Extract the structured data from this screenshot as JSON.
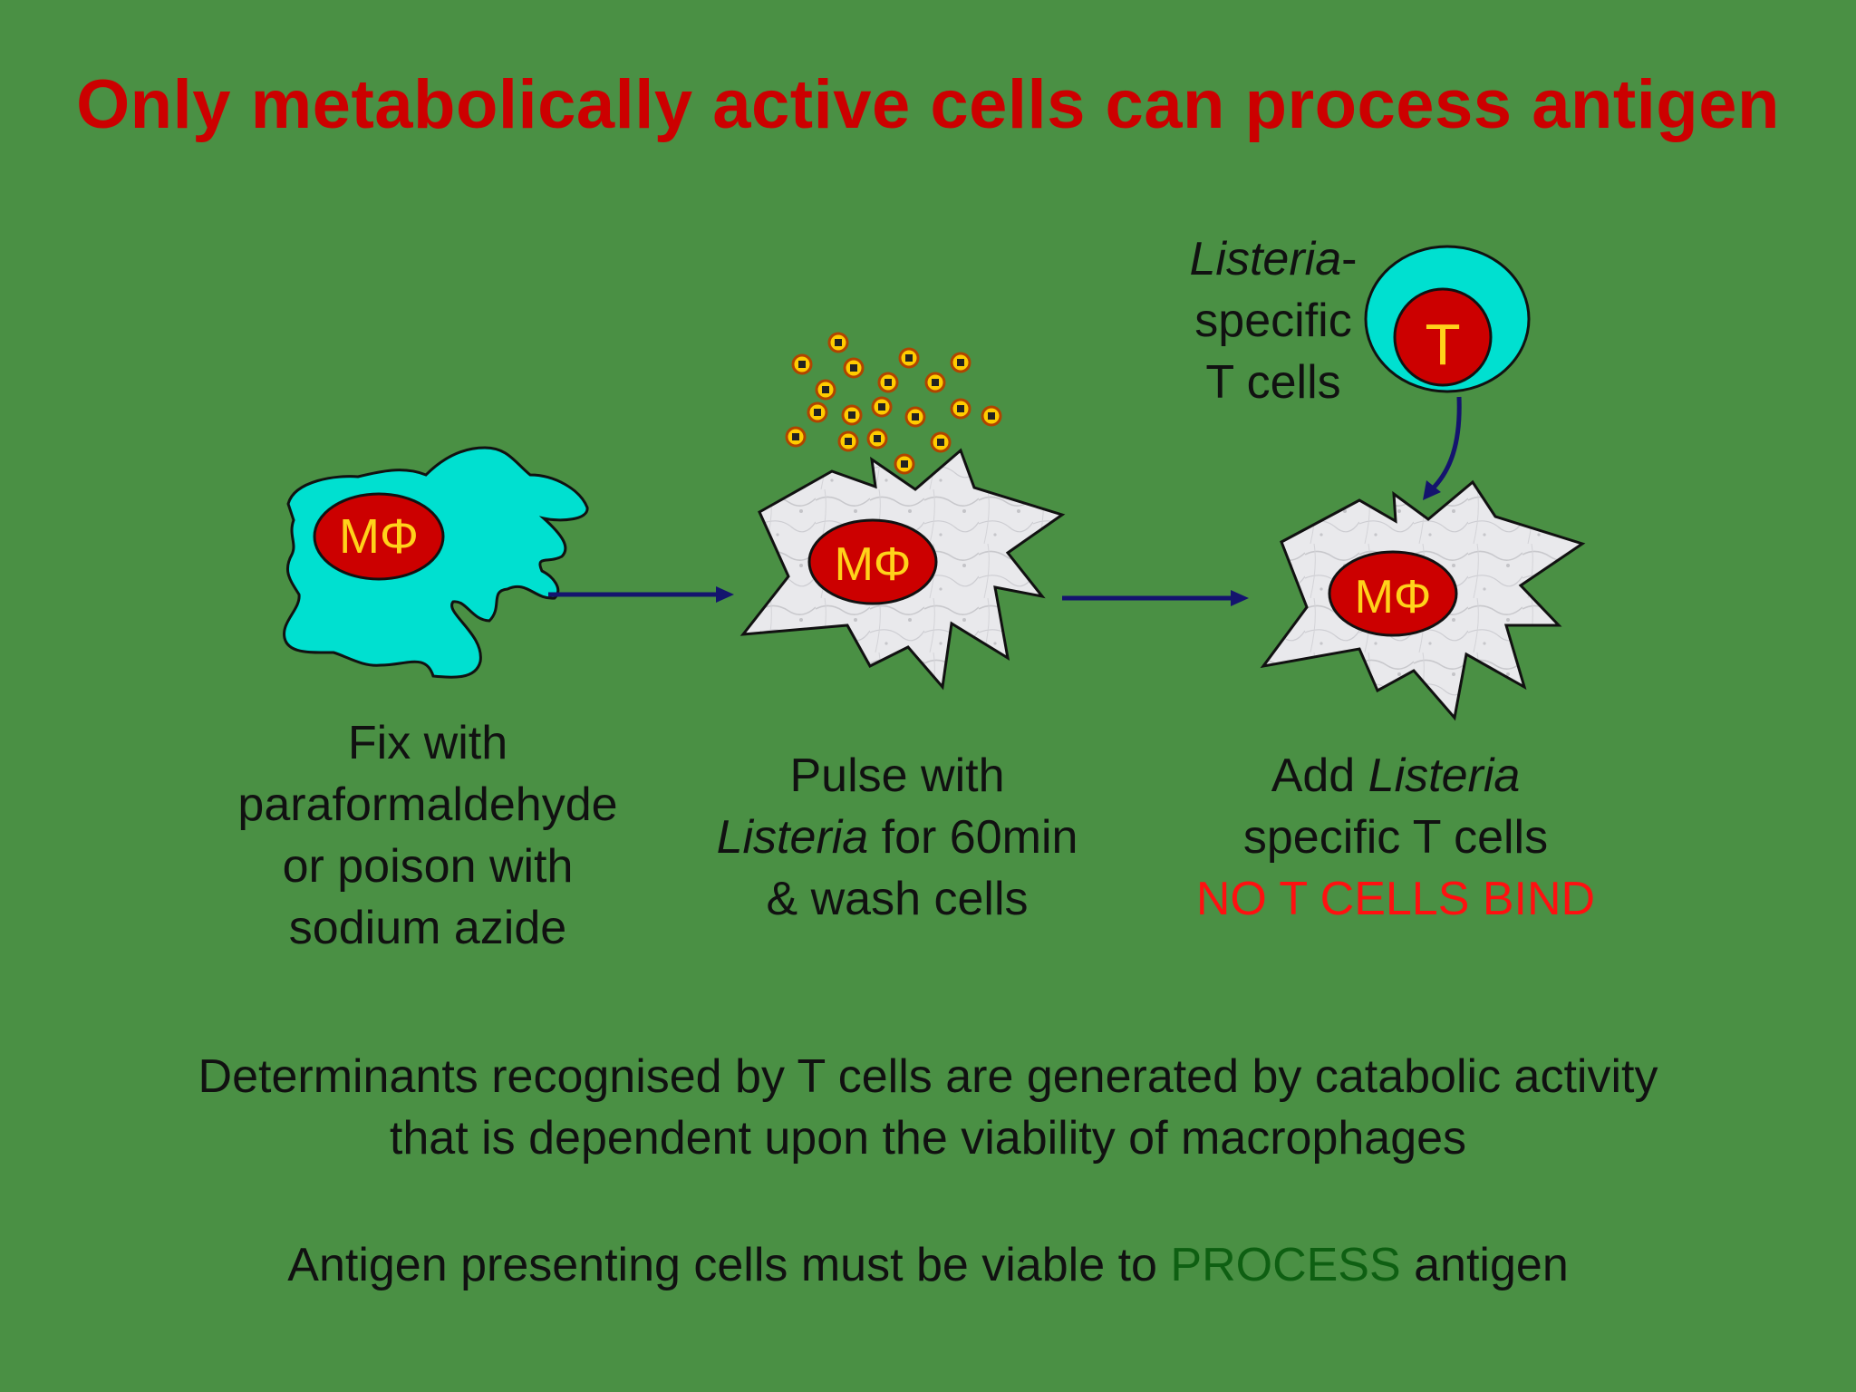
{
  "title": "Only metabolically active cells can process antigen",
  "colors": {
    "background": "#4a9044",
    "title": "#cc0000",
    "fixed_cell": "#00e0d0",
    "nucleus": "#cc0000",
    "nucleus_text": "#ffd21a",
    "live_cell": "#e8e8ea",
    "arrow": "#14146e",
    "warning": "#ff1010",
    "process_word": "#0e5f12"
  },
  "cells": {
    "macrophage_label": "MΦ",
    "t_cell_label": "T"
  },
  "t_cell_caption": {
    "line1_italic": "Listeria",
    "line1_suffix": "-",
    "line2": "specific",
    "line3": "T cells"
  },
  "steps": [
    {
      "line1": "Fix with",
      "line2": "paraformaldehyde",
      "line3": "or poison with",
      "line4": "sodium azide"
    },
    {
      "line1": "Pulse with",
      "line2_italic": "Listeria",
      "line2_rest": " for 60min",
      "line3": "& wash cells"
    },
    {
      "line1_prefix": "Add ",
      "line1_italic": "Listeria",
      "line2": "specific T cells",
      "result": "NO T CELLS BIND"
    }
  ],
  "footer": {
    "line1": "Determinants recognised by T cells are generated by catabolic activity",
    "line2": "that is dependent upon the viability of macrophages",
    "line3_prefix": "Antigen presenting cells must be viable to ",
    "line3_highlight": "PROCESS",
    "line3_suffix": " antigen"
  },
  "icons": [
    "listeria-bacterium-icon",
    "arrow-right-icon",
    "arrow-down-icon"
  ]
}
